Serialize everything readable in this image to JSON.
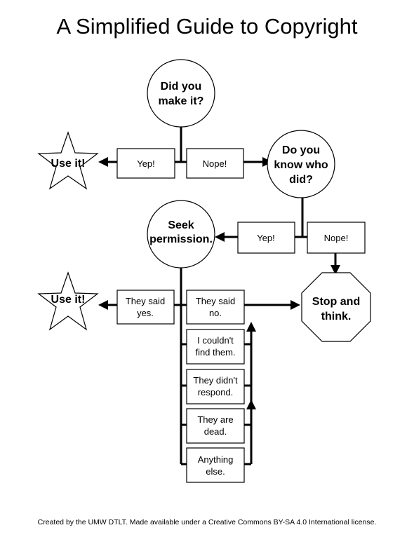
{
  "title": "A Simplified Guide to Copyright",
  "nodes": {
    "made_it": [
      "Did you",
      "make it?"
    ],
    "use_it_1": [
      "Use it!"
    ],
    "yep_1": [
      "Yep!"
    ],
    "nope_1": [
      "Nope!"
    ],
    "know_who": [
      "Do you",
      "know who",
      "did?"
    ],
    "seek": [
      "Seek",
      "permission."
    ],
    "yep_2": [
      "Yep!"
    ],
    "nope_2": [
      "Nope!"
    ],
    "use_it_2": [
      "Use it!"
    ],
    "said_yes": [
      "They said",
      "yes."
    ],
    "said_no": [
      "They said",
      "no."
    ],
    "couldnt_find": [
      "I couldn't",
      "find them."
    ],
    "didnt_respond": [
      "They didn't",
      "respond."
    ],
    "dead": [
      "They are",
      "dead."
    ],
    "anything_else": [
      "Anything",
      "else."
    ],
    "stop": [
      "Stop and",
      "think."
    ]
  },
  "footer": "Created by the UMW DTLT. Made available under a Creative Commons BY-SA 4.0 International license."
}
